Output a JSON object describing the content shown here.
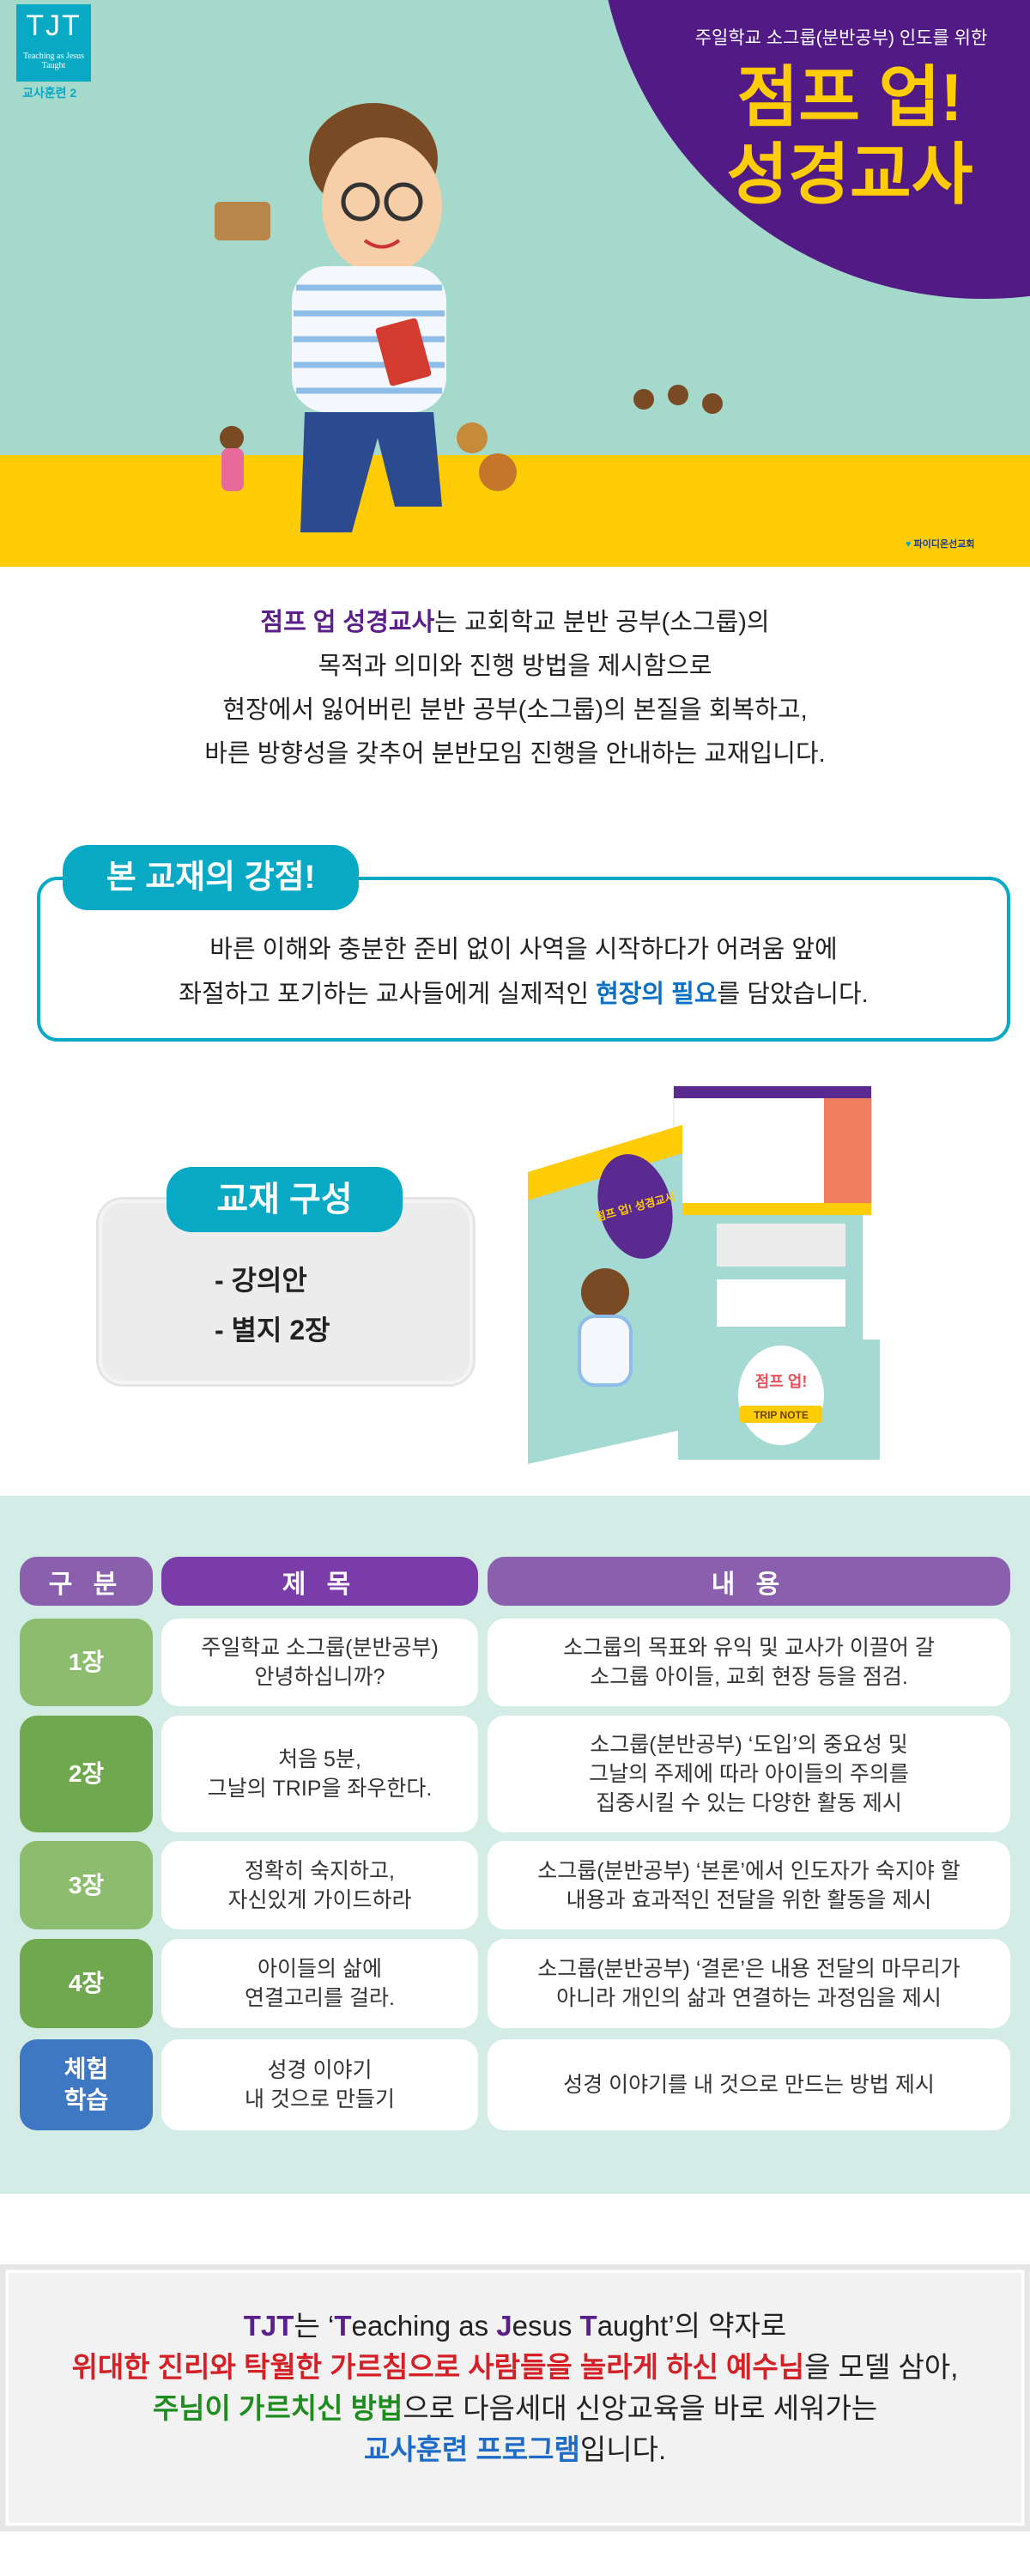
{
  "hero": {
    "logo_text": "TJT",
    "logo_tagline": "Teaching as Jesus Taught",
    "series_label": "교사훈련 2",
    "subtitle": "주일학교 소그룹(분반공부) 인도를 위한",
    "title_line1": "점프 업!",
    "title_line2": "성경교사",
    "publisher": "파이디온선교회"
  },
  "intro": {
    "highlight": "점프 업 성경교사",
    "line1_rest": "는 교회학교 분반 공부(소그룹)의",
    "line2": "목적과 의미와 진행 방법을 제시함으로",
    "line3": "현장에서 잃어버린 분반 공부(소그룹)의 본질을 회복하고,",
    "line4": "바른 방향성을 갖추어 분반모임 진행을 안내하는 교재입니다."
  },
  "strength": {
    "label": "본 교재의 강점!",
    "line1": "바른 이해와 충분한 준비 없이 사역을 시작하다가 어려움 앞에",
    "line2_pre": "좌절하고 포기하는 교사들에게 실제적인 ",
    "line2_highlight": "현장의 필요",
    "line2_post": "를 담았습니다."
  },
  "composition": {
    "label": "교재 구성",
    "items": [
      "- 강의안",
      "- 별지 2장"
    ],
    "book_title": "점프 업! 성경교사",
    "book_note": "TRIP NOTE"
  },
  "table": {
    "headers": [
      "구 분",
      "제 목",
      "내 용"
    ],
    "rows": [
      {
        "label": "1장",
        "title": "주일학교 소그룹(분반공부)\n안녕하십니까?",
        "content": "소그룹의 목표와 유익 및 교사가 이끌어 갈\n소그룹 아이들, 교회 현장 등을 점검."
      },
      {
        "label": "2장",
        "title": "처음 5분,\n그날의 TRIP을 좌우한다.",
        "content": "소그룹(분반공부) ‘도입’의 중요성 및\n그날의 주제에 따라 아이들의 주의를\n집중시킬 수 있는 다양한 활동 제시"
      },
      {
        "label": "3장",
        "title": "정확히 숙지하고,\n자신있게 가이드하라",
        "content": "소그룹(분반공부) ‘본론’에서 인도자가 숙지야 할\n내용과 효과적인 전달을 위한 활동을 제시"
      },
      {
        "label": "4장",
        "title": "아이들의 삶에\n연결고리를 걸라.",
        "content": "소그룹(분반공부) ‘결론’은 내용 전달의 마무리가\n아니라 개인의 삶과 연결하는 과정임을 제시"
      },
      {
        "label": "체험\n학습",
        "title": "성경 이야기\n내 것으로 만들기",
        "content": "성경 이야기를 내 것으로 만드는 방법 제시"
      }
    ]
  },
  "footer": {
    "tjt": "TJT",
    "l1_a": "는 ‘",
    "l1_T": "T",
    "l1_b": "eaching as ",
    "l1_J": "J",
    "l1_c": "esus ",
    "l1_T2": "T",
    "l1_d": "aught’의 약자로",
    "l2_red": "위대한 진리와 탁월한 가르침으로 사람들을 놀라게 하신 예수님",
    "l2_rest": "을 모델 삼아,",
    "l3_green": "주님이 가르치신 방법",
    "l3_rest": "으로 다음세대 신앙교육을 바로 세워가는",
    "l4_blue": "교사훈련 프로그램",
    "l4_rest": "입니다."
  },
  "colors": {
    "hero_bg": "#a4d9cb",
    "purple": "#521a84",
    "yellow": "#ffcc05",
    "teal": "#07a9c4",
    "header_col1": "#8a5fae",
    "header_col2": "#7a3ca8",
    "header_col3": "#8a60ae",
    "green_light": "#8cbd6e",
    "green_dark": "#6fa84f",
    "blue": "#3f78c2"
  }
}
